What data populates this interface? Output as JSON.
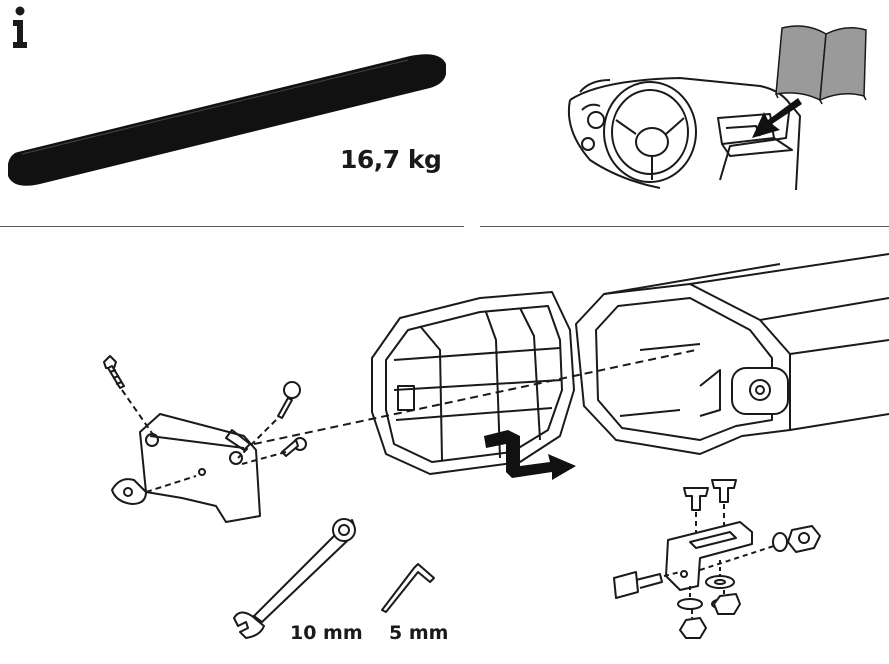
{
  "info_icon": "info-icon",
  "weight_label": "16,7 kg",
  "tools": {
    "wrench_label": "10 mm",
    "hex_key_label": "5 mm"
  },
  "colors": {
    "ink": "#1a1a1a",
    "rail": "#111111",
    "manual_page": "#9a9a9a"
  }
}
